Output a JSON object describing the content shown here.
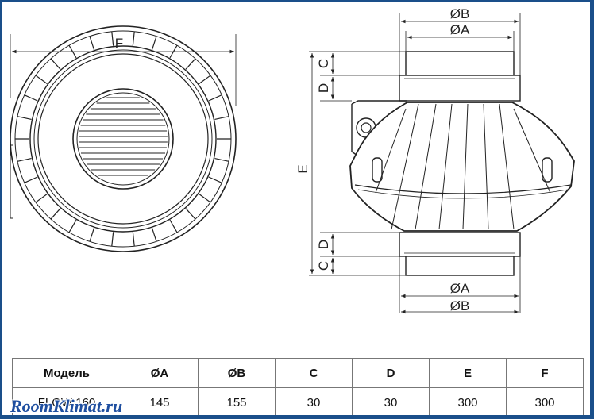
{
  "labels": {
    "f": "F",
    "e": "E",
    "c": "C",
    "d": "D",
    "dia_a": "ØA",
    "dia_b": "ØB"
  },
  "table": {
    "headers": [
      "Модель",
      "ØA",
      "ØB",
      "C",
      "D",
      "E",
      "F"
    ],
    "row": [
      "FLOW 160",
      "145",
      "155",
      "30",
      "30",
      "300",
      "300"
    ]
  },
  "watermark": "RoomKlimat.ru",
  "colors": {
    "frame": "#1a4f8a",
    "line": "#222222",
    "watermark": "#1f4fa0"
  }
}
